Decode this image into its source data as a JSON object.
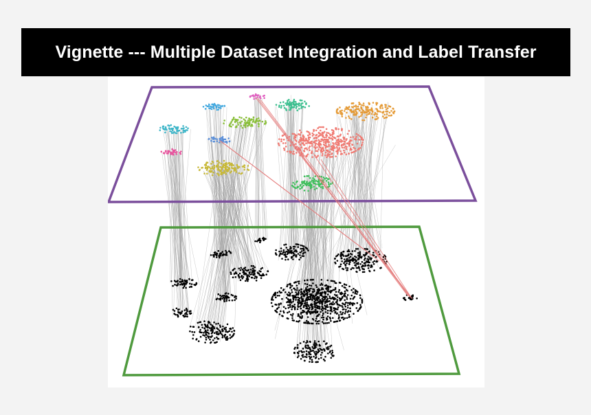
{
  "title": "Vignette --- Multiple Dataset Integration and Label Transfer",
  "colors": {
    "background": "#f3f3f3",
    "title_bar": "#000000",
    "title_text": "#ffffff",
    "top_plane": "#7b4f9c",
    "bottom_plane": "#4f9a3e",
    "reference_cells": "#000000",
    "anchor_lines": "#9a9a9a",
    "mismatch_lines": "#e47a7a"
  },
  "planes": {
    "top": {
      "name": "query-dataset-plane"
    },
    "bottom": {
      "name": "reference-dataset-plane"
    }
  },
  "query_clusters": [
    {
      "name": "cluster-salmon",
      "color": "#f07a72"
    },
    {
      "name": "cluster-orange",
      "color": "#e59a35"
    },
    {
      "name": "cluster-green",
      "color": "#3fbf5c"
    },
    {
      "name": "cluster-teal",
      "color": "#3bbf8f"
    },
    {
      "name": "cluster-olive",
      "color": "#c7b838"
    },
    {
      "name": "cluster-lime",
      "color": "#8abf3a"
    },
    {
      "name": "cluster-cyan",
      "color": "#3fb6c9"
    },
    {
      "name": "cluster-sky",
      "color": "#43a9e0"
    },
    {
      "name": "cluster-blue",
      "color": "#5b8fd8"
    },
    {
      "name": "cluster-pink",
      "color": "#e8559e"
    },
    {
      "name": "cluster-magenta",
      "color": "#e05fbf"
    }
  ]
}
